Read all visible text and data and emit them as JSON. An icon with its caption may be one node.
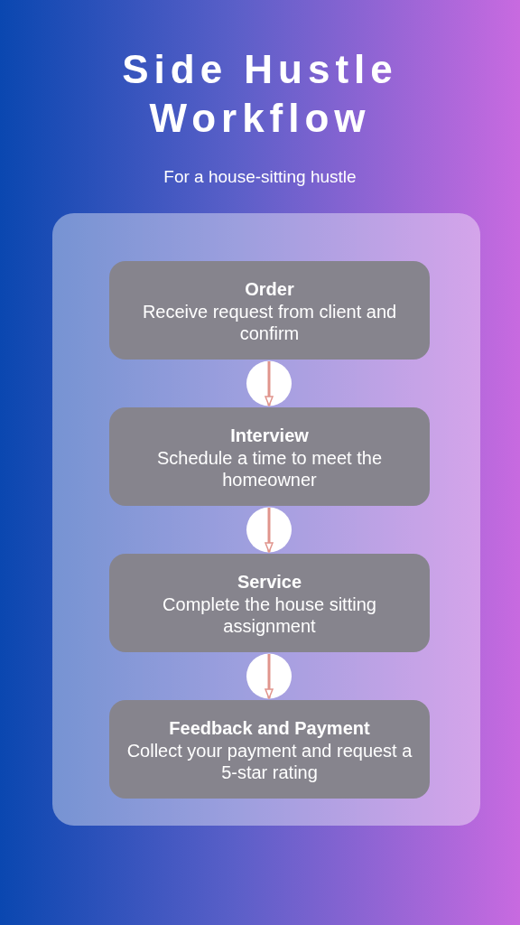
{
  "diagram": {
    "title": "Side Hustle Workflow",
    "caption": "For a house-sitting hustle",
    "nodes": [
      {
        "text": [
          "Order",
          "Receive request from client and confirm"
        ]
      },
      {
        "text": [
          "Interview",
          "Schedule a time to meet the homeowner"
        ]
      },
      {
        "text": [
          "Service",
          "Complete the house sitting assignment"
        ]
      },
      {
        "text": [
          "Feedback and Payment",
          "Collect your payment and request a 5-star rating"
        ]
      }
    ],
    "edges": [
      {
        "from": 0,
        "to": 1,
        "arrow": "to"
      },
      {
        "from": 1,
        "to": 2,
        "arrow": "to"
      },
      {
        "from": 2,
        "to": 3,
        "arrow": "to"
      }
    ]
  }
}
